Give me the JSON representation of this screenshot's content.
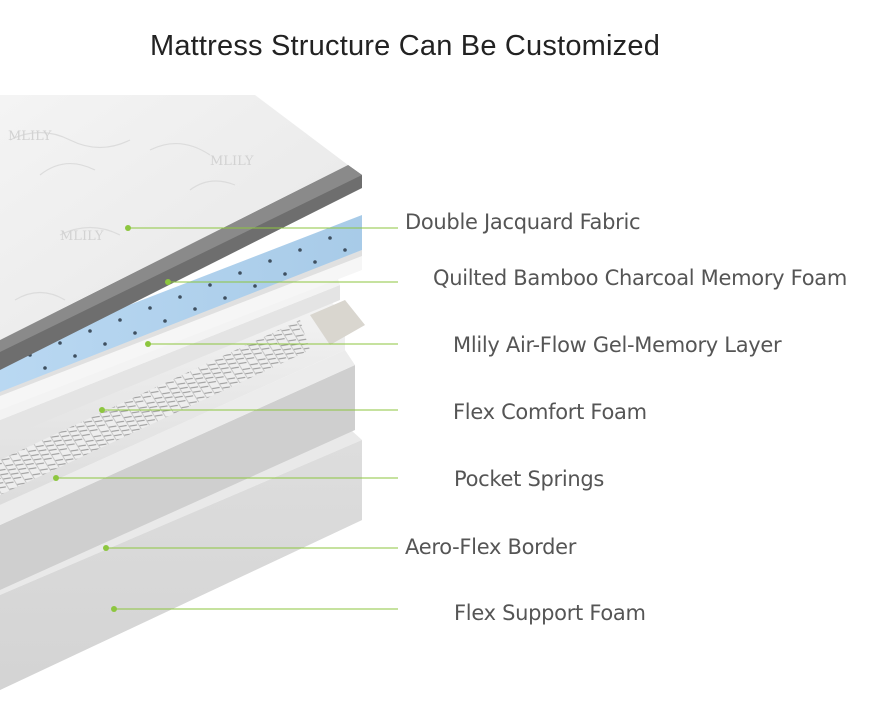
{
  "title": "Mattress Structure Can Be Customized",
  "leader_color": "#8dc63f",
  "layers": [
    {
      "id": "double-jacquard-fabric",
      "label": "Double Jacquard Fabric"
    },
    {
      "id": "quilted-bamboo-charcoal-memory-foam",
      "label": "Quilted Bamboo Charcoal Memory Foam"
    },
    {
      "id": "mlily-air-flow-gel-memory-layer",
      "label": "Mlily Air-Flow Gel-Memory Layer"
    },
    {
      "id": "flex-comfort-foam",
      "label": "Flex Comfort Foam"
    },
    {
      "id": "pocket-springs",
      "label": "Pocket Springs"
    },
    {
      "id": "aero-flex-border",
      "label": "Aero-Flex Border"
    },
    {
      "id": "flex-support-foam",
      "label": "Flex Support Foam"
    }
  ]
}
